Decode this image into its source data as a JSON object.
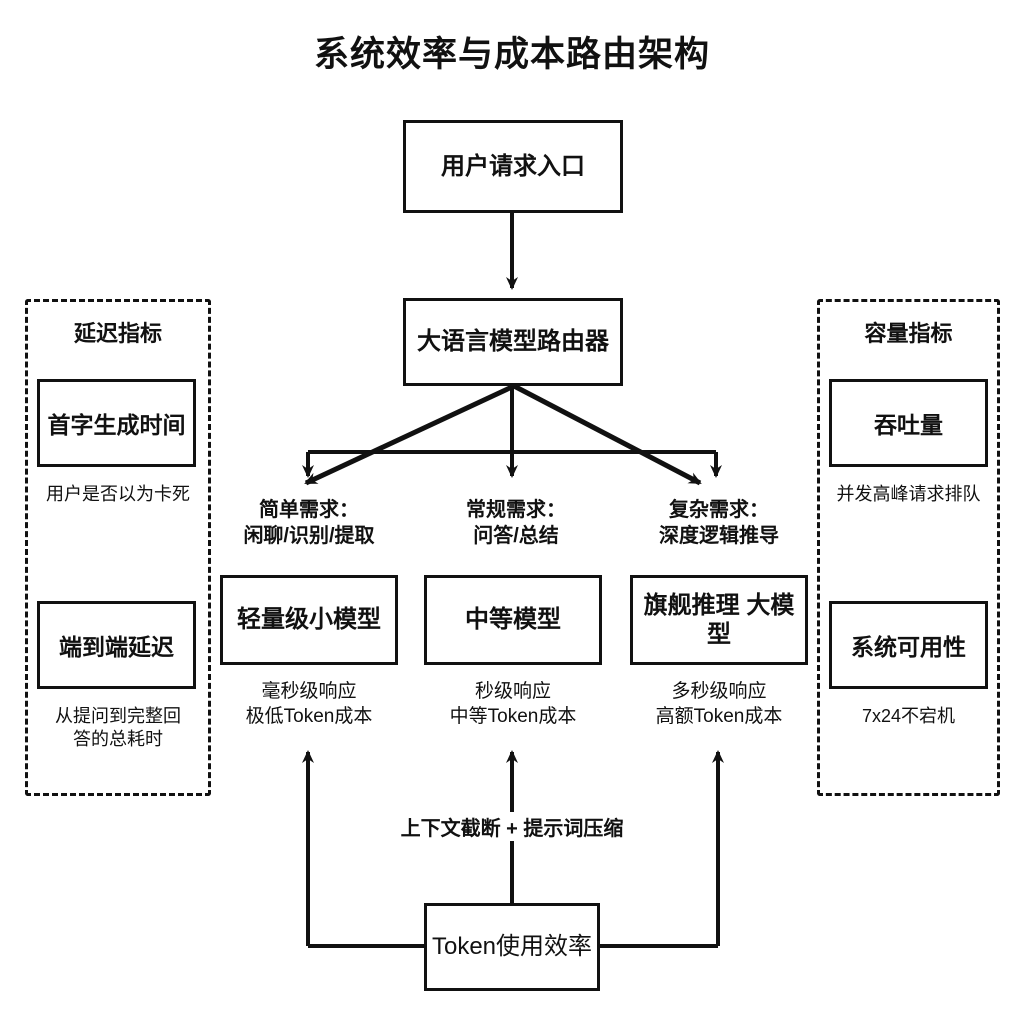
{
  "title": "系统效率与成本路由架构",
  "flow": {
    "entry": {
      "label": "用户请求入口"
    },
    "router": {
      "label": "大语言模型路由器"
    },
    "branches": [
      {
        "demand_label": "简单需求：\n闲聊/识别/提取",
        "model": "轻量级小模型",
        "note": "毫秒级响应\n极低Token成本"
      },
      {
        "demand_label": "常规需求：\n问答/总结",
        "model": "中等模型",
        "note": "秒级响应\n中等Token成本"
      },
      {
        "demand_label": "复杂需求：\n深度逻辑推导",
        "model": "旗舰推理\n大模型",
        "note": "多秒级响应\n高额Token成本"
      }
    ],
    "token_node": {
      "label": "Token使用效率"
    },
    "token_edge_label": "上下文截断 + 提示词压缩"
  },
  "left_panel": {
    "title": "延迟指标",
    "items": [
      {
        "name": "首字生成时间",
        "caption": "用户是否以为卡死"
      },
      {
        "name": "端到端延迟",
        "caption": "从提问到完整回\n答的总耗时"
      }
    ]
  },
  "right_panel": {
    "title": "容量指标",
    "items": [
      {
        "name": "吞吐量",
        "caption": "并发高峰请求排队"
      },
      {
        "name": "系统可用性",
        "caption": "7x24不宕机"
      }
    ]
  },
  "colors": {
    "stroke": "#111111",
    "background": "#ffffff"
  }
}
